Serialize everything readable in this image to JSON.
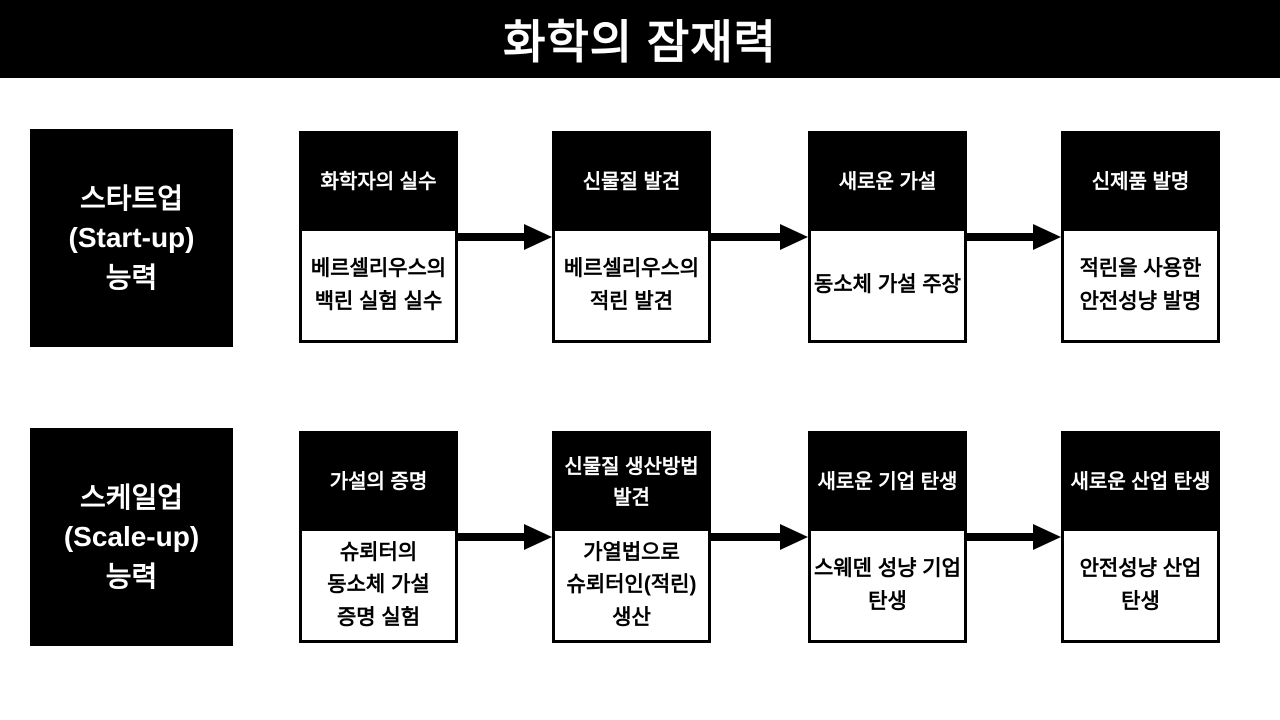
{
  "title": "화학의 잠재력",
  "colors": {
    "banner_bg": "#000000",
    "banner_text": "#ffffff",
    "header_bg": "#000000",
    "header_text": "#ffffff",
    "box_bg": "#ffffff",
    "box_border": "#000000",
    "body_text": "#000000",
    "page_bg": "#ffffff",
    "arrow": "#000000"
  },
  "rows": [
    {
      "label": "스타트업\n(Start-up)\n능력",
      "steps": [
        {
          "header": "화학자의 실수",
          "body": "베르셀리우스의\n백린 실험 실수"
        },
        {
          "header": "신물질 발견",
          "body": "베르셀리우스의\n적린 발견"
        },
        {
          "header": "새로운 가설",
          "body": "동소체 가설 주장"
        },
        {
          "header": "신제품 발명",
          "body": "적린을 사용한\n안전성냥 발명"
        }
      ]
    },
    {
      "label": "스케일업\n(Scale-up)\n능력",
      "steps": [
        {
          "header": "가설의 증명",
          "body": "슈뢰터의\n동소체 가설\n증명 실험"
        },
        {
          "header": "신물질 생산방법\n발견",
          "body": "가열법으로\n슈뢰터인(적린)\n생산"
        },
        {
          "header": "새로운 기업 탄생",
          "body": "스웨덴 성냥 기업\n탄생"
        },
        {
          "header": "새로운 산업 탄생",
          "body": "안전성냥 산업\n탄생"
        }
      ]
    }
  ]
}
